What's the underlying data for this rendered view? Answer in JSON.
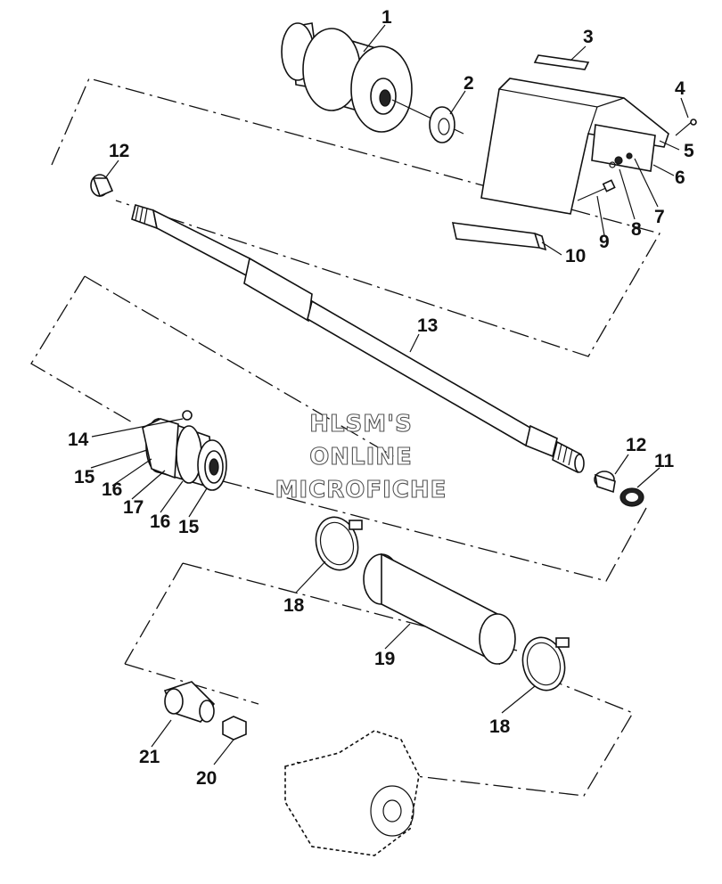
{
  "diagram": {
    "callouts": [
      {
        "id": "c1",
        "text": "1"
      },
      {
        "id": "c2",
        "text": "2"
      },
      {
        "id": "c3",
        "text": "3"
      },
      {
        "id": "c4",
        "text": "4"
      },
      {
        "id": "c5",
        "text": "5"
      },
      {
        "id": "c6",
        "text": "6"
      },
      {
        "id": "c7",
        "text": "7"
      },
      {
        "id": "c8",
        "text": "8"
      },
      {
        "id": "c9",
        "text": "9"
      },
      {
        "id": "c10",
        "text": "10"
      },
      {
        "id": "c11",
        "text": "11"
      },
      {
        "id": "c12a",
        "text": "12"
      },
      {
        "id": "c12b",
        "text": "12"
      },
      {
        "id": "c13",
        "text": "13"
      },
      {
        "id": "c14",
        "text": "14"
      },
      {
        "id": "c15a",
        "text": "15"
      },
      {
        "id": "c15b",
        "text": "15"
      },
      {
        "id": "c16a",
        "text": "16"
      },
      {
        "id": "c16b",
        "text": "16"
      },
      {
        "id": "c17",
        "text": "17"
      },
      {
        "id": "c18a",
        "text": "18"
      },
      {
        "id": "c18b",
        "text": "18"
      },
      {
        "id": "c19",
        "text": "19"
      },
      {
        "id": "c20",
        "text": "20"
      },
      {
        "id": "c21",
        "text": "21"
      }
    ],
    "watermark": {
      "line1": "HLSM'S",
      "line2": "ONLINE",
      "line3": "MICROFICHE"
    }
  }
}
